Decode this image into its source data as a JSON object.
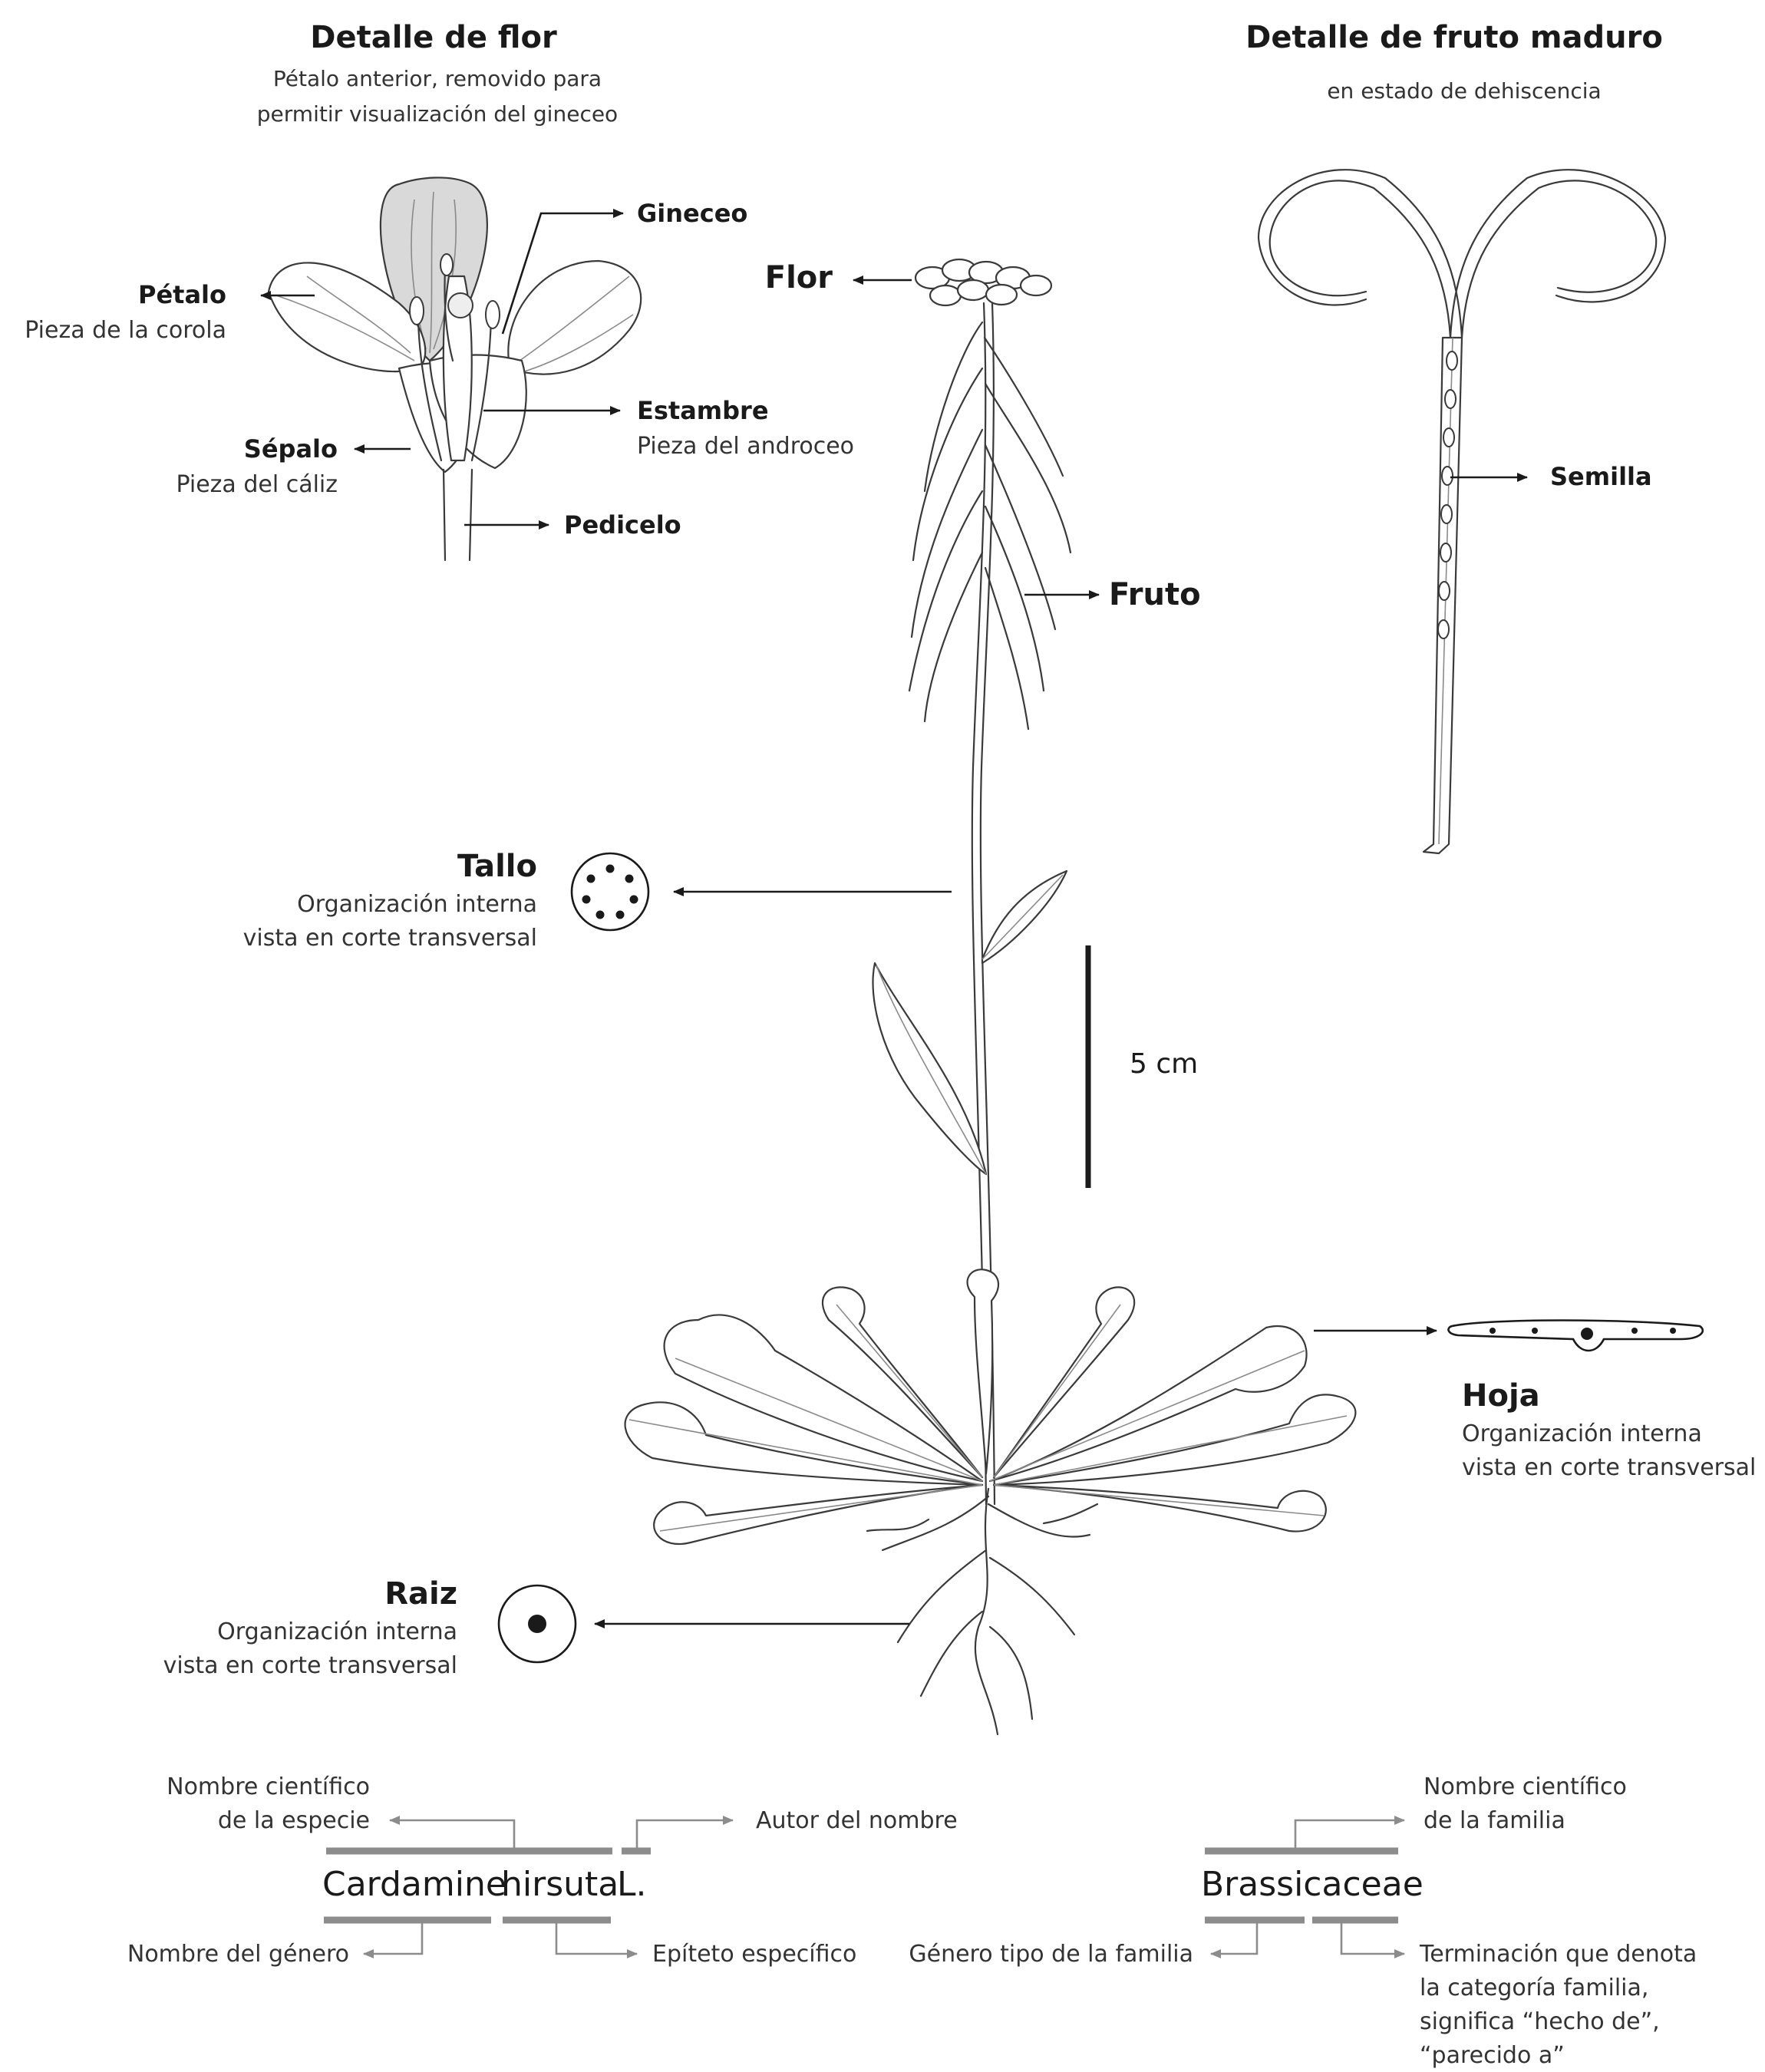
{
  "flower_detail": {
    "title": "Detalle de flor",
    "subtitle_line1": "Pétalo anterior, removido para",
    "subtitle_line2": "permitir visualización del gineceo",
    "labels": {
      "gineceo": "Gineceo",
      "petalo": "Pétalo",
      "petalo_desc": "Pieza de la corola",
      "estambre": "Estambre",
      "estambre_desc": "Pieza del androceo",
      "sepalo": "Sépalo",
      "sepalo_desc": "Pieza del cáliz",
      "pedicelo": "Pedicelo"
    }
  },
  "fruit_detail": {
    "title": "Detalle de fruto maduro",
    "subtitle": "en estado de dehiscencia",
    "semilla": "Semilla"
  },
  "plant": {
    "flor": "Flor",
    "fruto": "Fruto",
    "tallo": "Tallo",
    "tallo_desc1": "Organización interna",
    "tallo_desc2": "vista en corte transversal",
    "hoja": "Hoja",
    "hoja_desc1": "Organización interna",
    "hoja_desc2": "vista en corte transversal",
    "raiz": "Raiz",
    "raiz_desc1": "Organización interna",
    "raiz_desc2": "vista en corte transversal",
    "scale": "5 cm"
  },
  "species_name": {
    "genus": "Cardamine",
    "epithet": "hirsuta",
    "author": "L.",
    "note_species_1": "Nombre científico",
    "note_species_2": "de la especie",
    "note_author": "Autor del nombre",
    "note_genus": "Nombre del género",
    "note_epithet": "Epíteto específico"
  },
  "family_name": {
    "family": "Brassicaceae",
    "note_family_1": "Nombre científico",
    "note_family_2": "de la familia",
    "note_type_genus": "Género tipo de la familia",
    "note_suffix_1": "Terminación que denota",
    "note_suffix_2": "la categoría familia,",
    "note_suffix_3": "significa “hecho de”,",
    "note_suffix_4": "“parecido a”"
  }
}
